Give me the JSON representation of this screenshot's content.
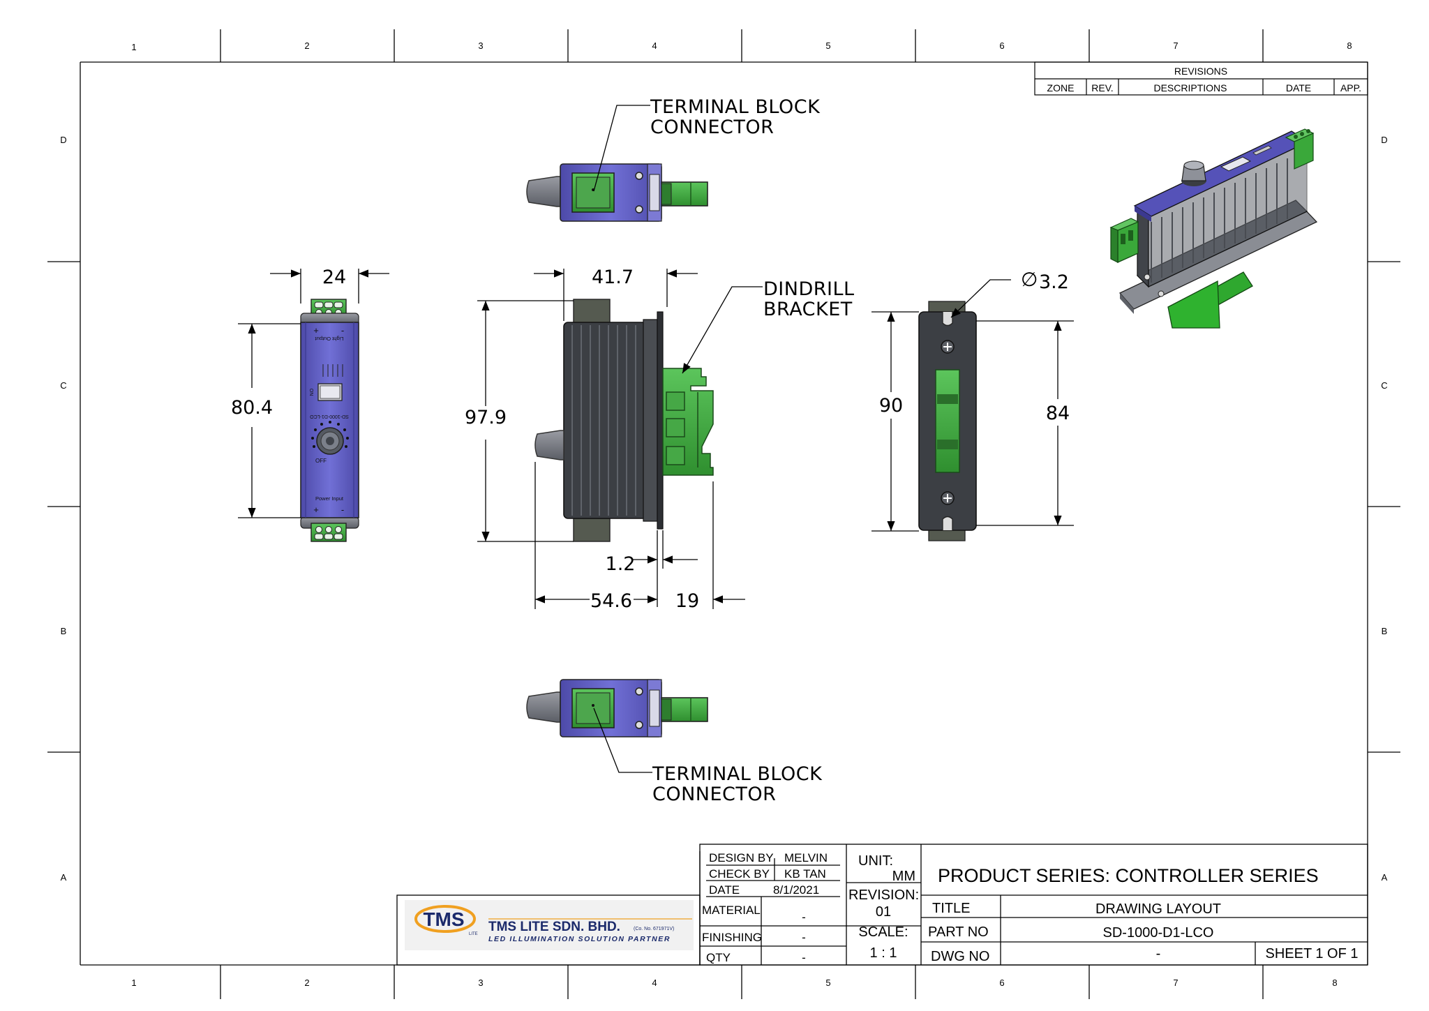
{
  "zones": {
    "columns": [
      "1",
      "2",
      "3",
      "4",
      "5",
      "6",
      "7",
      "8"
    ],
    "rows": [
      "D",
      "C",
      "B",
      "A"
    ]
  },
  "revisions": {
    "title": "REVISIONS",
    "headers": [
      "ZONE",
      "REV.",
      "DESCRIPTIONS",
      "DATE",
      "APP."
    ]
  },
  "callouts": {
    "terminal_top": [
      "TERMINAL BLOCK",
      "CONNECTOR"
    ],
    "terminal_bottom": [
      "TERMINAL BLOCK",
      "CONNECTOR"
    ],
    "dindrill": [
      "DINDRILL",
      "BRACKET"
    ]
  },
  "dimensions": {
    "front_width": "24",
    "front_height": "80.4",
    "side_depth_top": "41.7",
    "side_height": "97.9",
    "side_plate": "1.2",
    "side_depth_bottom": "54.6",
    "bracket_depth": "19",
    "rear_height_outer": "90",
    "rear_height_inner": "84",
    "hole_diameter": "3.2",
    "diameter_symbol": "∅"
  },
  "device_labels": {
    "light_output": "Light Output",
    "power_input": "Power Input",
    "model": "SD-1000-D1-LCO",
    "on": "ON",
    "off": "OFF",
    "plus": "+",
    "minus": "-"
  },
  "title_block": {
    "design_by_label": "DESIGN BY",
    "design_by": "MELVIN",
    "check_by_label": "CHECK BY",
    "check_by": "KB TAN",
    "date_label": "DATE",
    "date": "8/1/2021",
    "material_label": "MATERIAL",
    "material": "-",
    "finishing_label": "FINISHING",
    "finishing": "-",
    "qty_label": "QTY",
    "qty": "-",
    "unit_label": "UNIT:",
    "unit": "MM",
    "revision_label": "REVISION:",
    "revision": "01",
    "scale_label": "SCALE:",
    "scale": "1 : 1",
    "product_series": "PRODUCT SERIES:  CONTROLLER SERIES",
    "title_label": "TITLE",
    "title": "DRAWING LAYOUT",
    "part_no_label": "PART NO",
    "part_no": "SD-1000-D1-LCO",
    "dwg_no_label": "DWG NO",
    "dwg_no": "-",
    "sheet": "SHEET 1 OF 1"
  },
  "company": {
    "logo_text": "TMS",
    "logo_sub": "LITE",
    "name": "TMS LITE SDN. BHD.",
    "reg": "(Co. No. 671971V)",
    "tagline": "LED ILLUMINATION SOLUTION PARTNER"
  },
  "colors": {
    "housing_blue": "#5e5bc0",
    "terminal_green": "#3aa83a",
    "heatsink_dark": "#3c3f44",
    "bracket_green": "#2fb22f",
    "endcap_grey": "#7a7d85",
    "logo_orange": "#f0a020",
    "logo_navy": "#1b2a6b"
  }
}
